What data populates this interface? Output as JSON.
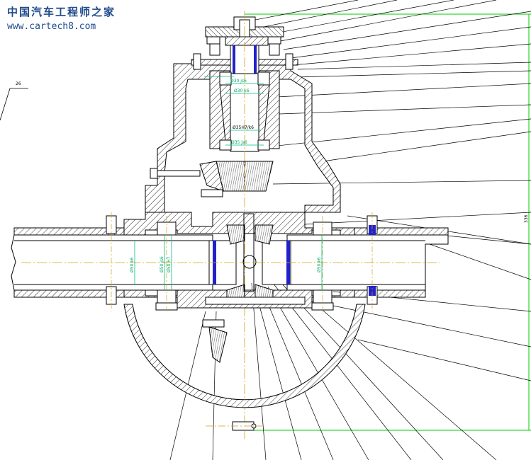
{
  "watermark": {
    "title": "中国汽车工程师之家",
    "url": "www.cartech8.com"
  },
  "colors": {
    "outline": "#000000",
    "hatch": "#333333",
    "frame": "#00cc00",
    "centerline": "#d4a017",
    "dimension": "#00bb88",
    "hidden": "#2222cc",
    "watermark": "#1e4a8c"
  },
  "dimensions": {
    "bearing_top": "Ø30 js6",
    "shaft_top": "Ø30 k6",
    "fit_mid": "Ø35H7/k6",
    "bearing_bottom": "Ø35 js6",
    "axle_left_1": "Ø50 k6",
    "axle_left_2": "Ø50 js6",
    "axle_left_3": "Ø50 H7",
    "axle_right": "Ø50 k6",
    "frame_label": "336",
    "left_label": "26"
  }
}
